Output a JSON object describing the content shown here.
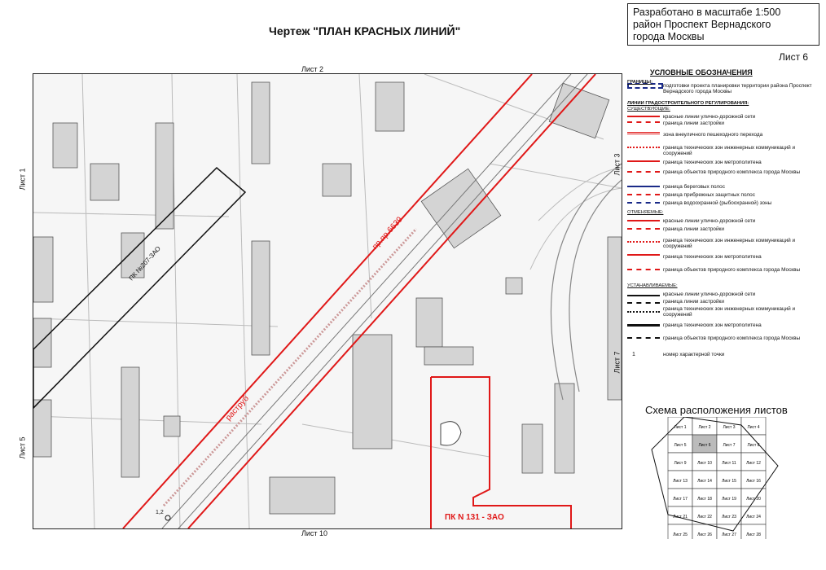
{
  "header": {
    "title": "Чертеж \"ПЛАН КРАСНЫХ ЛИНИЙ\"",
    "stamp": [
      "Разработано в масштабе 1:500",
      "район Проспект Вернадского",
      "города Москвы"
    ],
    "sheet": "Лист 6"
  },
  "map": {
    "neighbors": {
      "top": "Лист 2",
      "bottom": "Лист 10",
      "left_top": "Лист 1",
      "left_bottom": "Лист 5",
      "right_top": "Лист 3",
      "right_bottom": "Лист 7"
    },
    "labels": {
      "street": "пр.пр.6639",
      "rastrub": "раструб",
      "pk_left": "ПК №207-ЗАО",
      "pk_right": "ПК N  131 - ЗАО",
      "point": "1,2"
    },
    "colors": {
      "red_line": "#e01818",
      "buildings": "#d4d4d4",
      "map_bg": "#f6f6f6"
    }
  },
  "legend": {
    "title": "УСЛОВНЫЕ ОБОЗНАЧЕНИЯ",
    "sections": {
      "borders": "ГРАНИЦЫ:",
      "lines": "ЛИНИИ ГРАДОСТРОИТЕЛЬНОГО РЕГУЛИРОВАНИЯ:",
      "existing": "СУЩЕСТВУЮЩИЕ:",
      "cancelled": "ОТМЕНЯЕМЫЕ:",
      "established": "УСТАНАВЛИВАЕМЫЕ:"
    },
    "border_item": "подготовки проекта планировки территории района Проспект Вернадского города Москвы",
    "existing_items": [
      "красные линии улично-дорожной сети",
      "граница линии застройки",
      "зона внеуличного пешеходного перехода",
      "граница технических зон инженерных коммуникаций и сооружений",
      "граница технических зон метрополитена",
      "граница объектов природного комплекса города Москвы",
      "граница береговых полос",
      "граница прибрежных защитных полос",
      "граница водоохранной (рыбоохранной) зоны"
    ],
    "cancelled_items": [
      "красные линии улично-дорожной сети",
      "граница линии застройки",
      "граница технических зон инженерных коммуникаций и сооружений",
      "граница технических зон метрополитена",
      "граница объектов природного комплекса города Москвы"
    ],
    "established_items": [
      "красные линии улично-дорожной сети",
      "граница линии застройки",
      "граница технических зон инженерных коммуникаций и сооружений",
      "граница технических зон метрополитена",
      "граница объектов природного комплекса города Москвы",
      "номер характерной точки"
    ],
    "point_symbol": "1"
  },
  "scheme": {
    "title": "Схема расположения листов",
    "sheets": [
      "Лист 1",
      "Лист 2",
      "Лист 3",
      "Лист 4",
      "Лист 5",
      "Лист 6",
      "Лист 7",
      "Лист 8",
      "Лист 9",
      "Лист 10",
      "Лист 11",
      "Лист 12",
      "Лист 13",
      "Лист 14",
      "Лист 15",
      "Лист 16",
      "Лист 17",
      "Лист 18",
      "Лист 19",
      "Лист 20",
      "Лист 21",
      "Лист 22",
      "Лист 23",
      "Лист 24",
      "Лист 25",
      "Лист 26",
      "Лист 27",
      "Лист 28"
    ]
  }
}
